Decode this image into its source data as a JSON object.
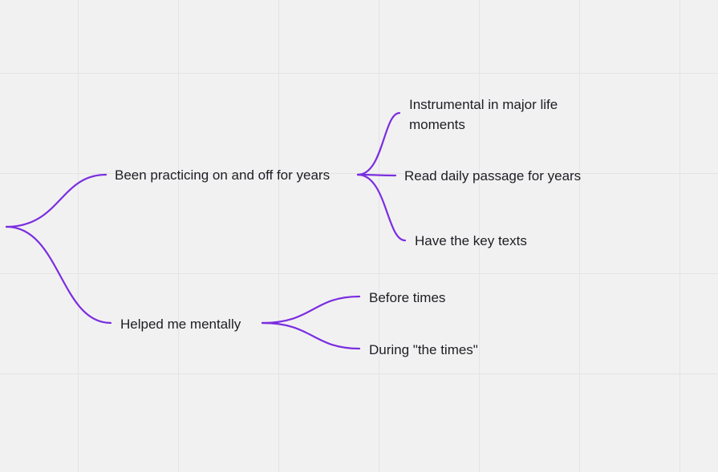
{
  "mindmap": {
    "root": "",
    "branches": [
      {
        "label": "Been practicing on and off for years",
        "children": [
          "Instrumental in major life moments",
          "Read daily passage for years",
          "Have the key texts"
        ]
      },
      {
        "label": "Helped me mentally",
        "children": [
          "Before times",
          "During \"the times\""
        ]
      }
    ]
  },
  "colors": {
    "edge": "#7b2ee0",
    "background": "#f2f1f2",
    "grid": "#e4e3e5",
    "text": "#1e1d22"
  }
}
